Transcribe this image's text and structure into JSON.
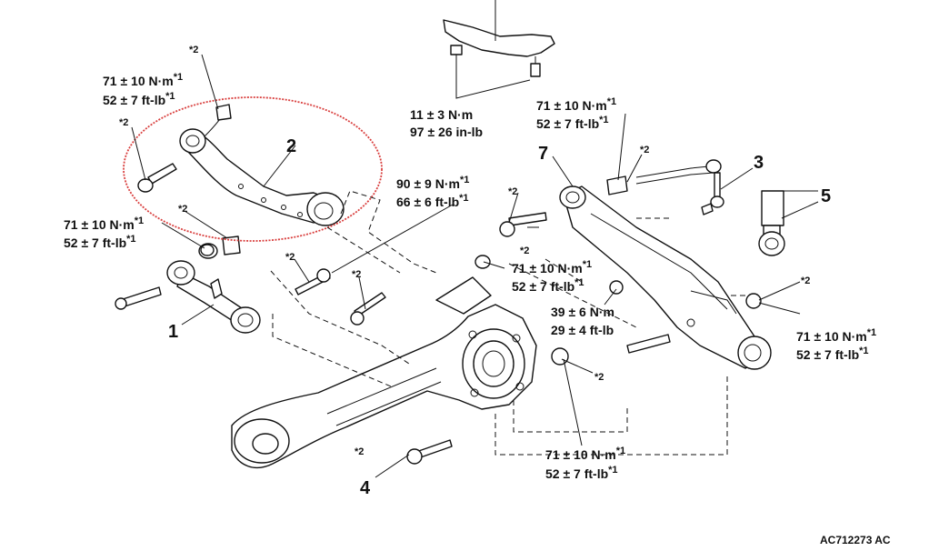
{
  "parts": {
    "p1": "1",
    "p2": "2",
    "p3": "3",
    "p4": "4",
    "p5": "5",
    "p7": "7"
  },
  "torque": {
    "a_nm": "71 ± 10 N·m",
    "a_ft": "52 ± 7 ft-lb",
    "b_nm": "71 ± 10 N·m",
    "b_ft": "52 ± 7 ft-lb",
    "c_nm": "11 ± 3 N·m",
    "c_inlb": "97 ± 26 in-lb",
    "d_nm": "71 ± 10 N·m",
    "d_ft": "52 ± 7 ft-lb",
    "e_nm": "90 ± 9 N·m",
    "e_ft": "66 ± 6 ft-lb",
    "f_nm": "71 ± 10 N·m",
    "f_ft": "52 ± 7 ft-lb",
    "g_nm": "39 ± 6 N·m",
    "g_ft": "29 ± 4 ft-lb",
    "h_nm": "71 ± 10 N·m",
    "h_ft": "52 ± 7 ft-lb",
    "i_nm": "71 ± 10 N·m",
    "i_ft": "52 ± 7 ft-lb"
  },
  "marks": {
    "sup1": "*1",
    "note2": "*2"
  },
  "figure_code": "AC712273 AC",
  "highlight_color": "#d9403f"
}
